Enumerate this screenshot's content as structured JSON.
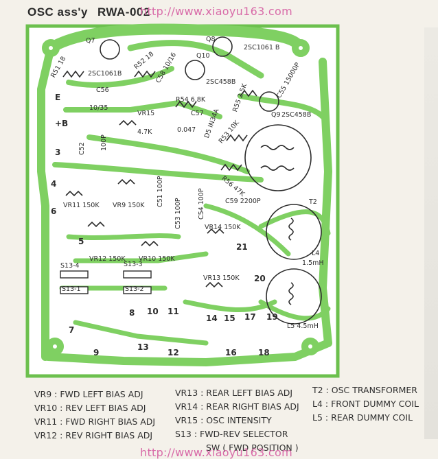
{
  "watermark": "http://www.xiaoyu163.com",
  "title": {
    "assy": "OSC ass'y",
    "model": "RWA-002"
  },
  "board": {
    "colors": {
      "board": "#ffffff",
      "trace": "#7fd062",
      "ink": "#2c2c2c"
    },
    "component_labels": {
      "q7": "Q7",
      "q7_type": "2SC1061B",
      "q8": "Q8",
      "q8_type": "2SC1061 B",
      "q10": "Q10",
      "q10_type": "2SC458B",
      "q9": "Q9",
      "q9_type": "2SC458B",
      "r51": "R51 18",
      "r52": "R52 18",
      "c58": "C58 10/16",
      "r54": "R54 6.8K",
      "r55": "R55 2.5K",
      "c57": "C57",
      "c57_val": "0.047",
      "d5": "D5 IN34A",
      "r53": "R53 10K",
      "c55": "C55 15000P",
      "c56": "C56",
      "c56_val": "10/35",
      "vr15": "VR15",
      "vr15_val": "4.7K",
      "c52": "C52",
      "c52_val": "100P",
      "r56": "R56 47K",
      "t2": "T2",
      "vr11": "VR11 150K",
      "vr9": "VR9 150K",
      "c51": "C51 100P",
      "c53": "C53 100P",
      "c54": "C54 100P",
      "c59": "C59 2200P",
      "vr14": "VR14 150K",
      "vr12": "VR12 150K",
      "vr10": "VR10 150K",
      "vr13": "VR13 150K",
      "s13_4": "S13-4",
      "s13_3": "S13-3",
      "s13_1": "S13-1",
      "s13_2": "S13-2",
      "l4": "L4",
      "l4_val": "1.5mH",
      "l5": "L5 4.5mH"
    },
    "pads": {
      "e": "E",
      "b": "+B",
      "p3": "3",
      "p4": "4",
      "p5": "5",
      "p6": "6",
      "p7": "7",
      "p8": "8",
      "p9": "9",
      "p10": "10",
      "p11": "11",
      "p12": "12",
      "p13": "13",
      "p14": "14",
      "p15": "15",
      "p16": "16",
      "p17": "17",
      "p18": "18",
      "p19": "19",
      "p20": "20",
      "p21": "21"
    }
  },
  "legend": {
    "col1": [
      "VR9 : FWD LEFT BIAS ADJ",
      "VR10 : REV LEFT BIAS ADJ",
      "VR11 : FWD RIGHT BIAS ADJ",
      "VR12 : REV RIGHT BIAS ADJ"
    ],
    "col2": [
      "VR13 : REAR LEFT BIAS ADJ",
      "VR14 : REAR RIGHT BIAS ADJ",
      "VR15 : OSC INTENSITY",
      "S13 : FWD-REV SELECTOR",
      "SW ( FWD POSITION )"
    ],
    "col3": [
      "T2 : OSC TRANSFORMER",
      "L4 : FRONT DUMMY COIL",
      "L5 : REAR DUMMY COIL"
    ]
  }
}
